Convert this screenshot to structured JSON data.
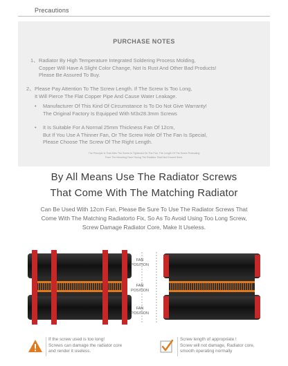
{
  "header": {
    "title": "Precautions"
  },
  "notes": {
    "title": "PURCHASE NOTES",
    "items": [
      {
        "num": "1、",
        "lines": [
          "Radiator By High Temperature Integrated Soldering Process Molding,",
          "Copper Will Have A Slight Color Change, Not Is Rust And Other Bad Products!",
          "Please Be Assured To Buy."
        ]
      },
      {
        "num": "2、",
        "lines": [
          "Please Pay Attention To The Screw Length. If The Screw Is Too Long,",
          "It Will Pierce The Flat Copper Pipe And Cause Water Leakage."
        ]
      },
      {
        "num": "•",
        "lines": [
          "Manufacturer Of This Kind Of Circumstance Is To Do Not Give Warranty!",
          "The Original Factory Is Equipped With M3x28.3mm Screws"
        ]
      },
      {
        "num": "•",
        "lines": [
          "It Is Suitable For A Normal 25mm Thickness Fan Of 12cm,",
          "But If You Use A Thinner Fan, Or The Screw Hole Of The Fan Is Special,",
          "Please Choose The Screw Of The Right Length."
        ]
      }
    ],
    "fine_print": [
      "The Principle Is That After The Screw Is Tightened On The Fan, The Length Of The Screw Protruding",
      "From The Mounting Face Facing The Radiator Shall Not Exceed 5mm."
    ]
  },
  "headline": [
    "By All Means Use The Radiator Screws",
    "That Come With The Matching Radiator"
  ],
  "subtext": [
    "Can Be Used With 12cm Fan, Please Be Sure To Use The Radiator Screws That",
    "Come With The Matching Radiatorto Fix, So As To Avoid Using Too Long Screw,",
    "Screw Damage Radiator Core, Make It Useless."
  ],
  "diagram": {
    "fan_labels": [
      [
        "FAN",
        "POSITION"
      ],
      [
        "FAN",
        "POSITION"
      ],
      [
        "FAN",
        "POSITION"
      ]
    ],
    "colors": {
      "screw": "#c62828",
      "fan": "#1b1b1b",
      "fins": "#b8641e",
      "orange": "#e07a1e"
    }
  },
  "warnings": [
    {
      "icon": "warning-triangle-icon",
      "lines": [
        "If the screw used is too long!",
        "Screws can damage the radiator core",
        "and render it useless."
      ],
      "color": "#e07a1e"
    },
    {
      "icon": "checkmark-icon",
      "lines": [
        "Screw length of appropriate !",
        "Screw will not damage,  Radiator core,",
        "smooth operating normally"
      ],
      "color": "#e07a1e"
    }
  ]
}
